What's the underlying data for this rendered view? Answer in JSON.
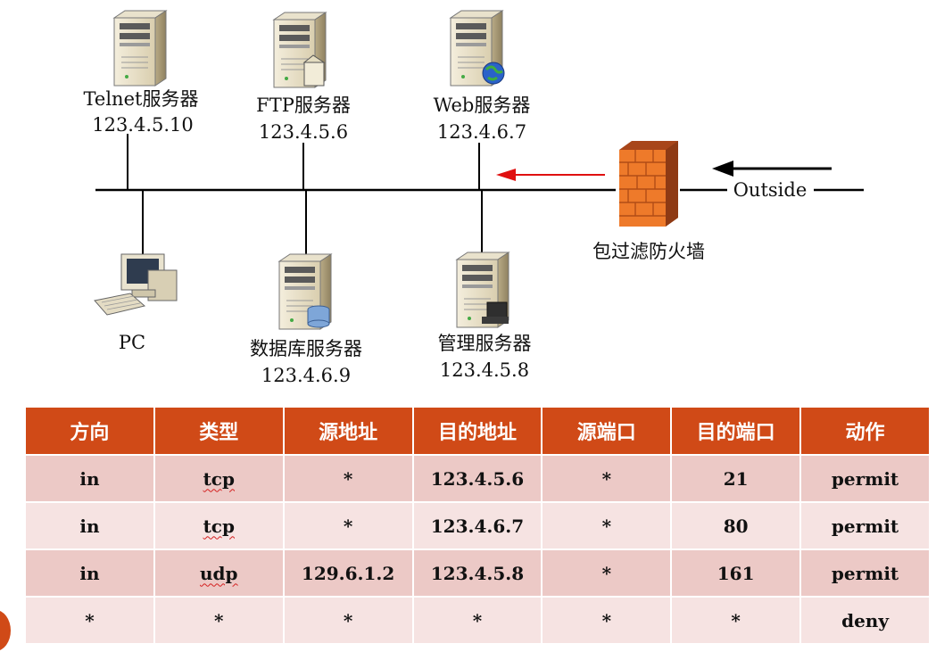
{
  "diagram": {
    "nodes": {
      "telnet": {
        "name": "Telnet服务器",
        "ip": "123.4.5.10"
      },
      "ftp": {
        "name": "FTP服务器",
        "ip": "123.4.5.6"
      },
      "web": {
        "name": "Web服务器",
        "ip": "123.4.6.7"
      },
      "pc": {
        "name": "PC"
      },
      "db": {
        "name": "数据库服务器",
        "ip": "123.4.6.9"
      },
      "mgmt": {
        "name": "管理服务器",
        "ip": "123.4.5.8"
      },
      "firewall": {
        "name": "包过滤防火墙"
      },
      "outside": {
        "name": "Outside"
      }
    },
    "colors": {
      "firewall": "#e8671c",
      "arrow_inbound": "#e01010",
      "network_line": "#000000"
    }
  },
  "table": {
    "headers": [
      "方向",
      "类型",
      "源地址",
      "目的地址",
      "源端口",
      "目的端口",
      "动作"
    ],
    "rows": [
      [
        "in",
        "tcp",
        "*",
        "123.4.5.6",
        "*",
        "21",
        "permit"
      ],
      [
        "in",
        "tcp",
        "*",
        "123.4.6.7",
        "*",
        "80",
        "permit"
      ],
      [
        "in",
        "udp",
        "129.6.1.2",
        "123.4.5.8",
        "*",
        "161",
        "permit"
      ],
      [
        "*",
        "*",
        "*",
        "*",
        "*",
        "*",
        "deny"
      ]
    ],
    "colors": {
      "header": "#d04a17",
      "row_odd": "#ecc9c6",
      "row_even": "#f6e3e2"
    }
  }
}
